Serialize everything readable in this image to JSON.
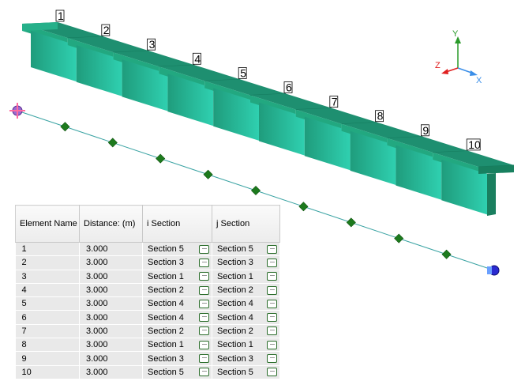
{
  "segments": [
    "1",
    "2",
    "3",
    "4",
    "5",
    "6",
    "7",
    "8",
    "9",
    "10"
  ],
  "axes": {
    "y": "Y",
    "z": "Z",
    "x": "X"
  },
  "colors": {
    "beam_top": "#1f9a76",
    "beam_web": "#2ec3a0",
    "node": "#1d7a1d",
    "line": "#3aa3a3",
    "x_axis": "#3a8ee8",
    "y_axis": "#2a9a2a",
    "z_axis": "#e02020"
  },
  "table": {
    "headers": {
      "name": "Element Name",
      "distance": "Distance: (m)",
      "i_section": "i Section",
      "j_section": "j Section"
    },
    "rows": [
      {
        "name": "1",
        "distance": "3.000",
        "i": "Section 5",
        "j": "Section 5"
      },
      {
        "name": "2",
        "distance": "3.000",
        "i": "Section 3",
        "j": "Section 3"
      },
      {
        "name": "3",
        "distance": "3.000",
        "i": "Section 1",
        "j": "Section 1"
      },
      {
        "name": "4",
        "distance": "3.000",
        "i": "Section 2",
        "j": "Section 2"
      },
      {
        "name": "5",
        "distance": "3.000",
        "i": "Section 4",
        "j": "Section 4"
      },
      {
        "name": "6",
        "distance": "3.000",
        "i": "Section 4",
        "j": "Section 4"
      },
      {
        "name": "7",
        "distance": "3.000",
        "i": "Section 2",
        "j": "Section 2"
      },
      {
        "name": "8",
        "distance": "3.000",
        "i": "Section 1",
        "j": "Section 1"
      },
      {
        "name": "9",
        "distance": "3.000",
        "i": "Section 3",
        "j": "Section 3"
      },
      {
        "name": "10",
        "distance": "3.000",
        "i": "Section 5",
        "j": "Section 5"
      }
    ],
    "button_label": "···"
  }
}
